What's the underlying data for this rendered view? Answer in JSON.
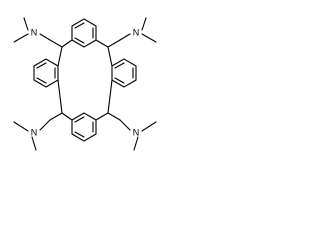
{
  "structure": {
    "type": "skeletal-formula",
    "description_text": "",
    "atom_labels": {
      "dimethylamino_top_left": "N",
      "dimethylamino_top_right": "N",
      "dimethylamino_bottom_left": "N",
      "dimethylamino_bottom_right": "N"
    },
    "colors": {
      "bond": "#000000",
      "background": "#ffffff"
    }
  }
}
